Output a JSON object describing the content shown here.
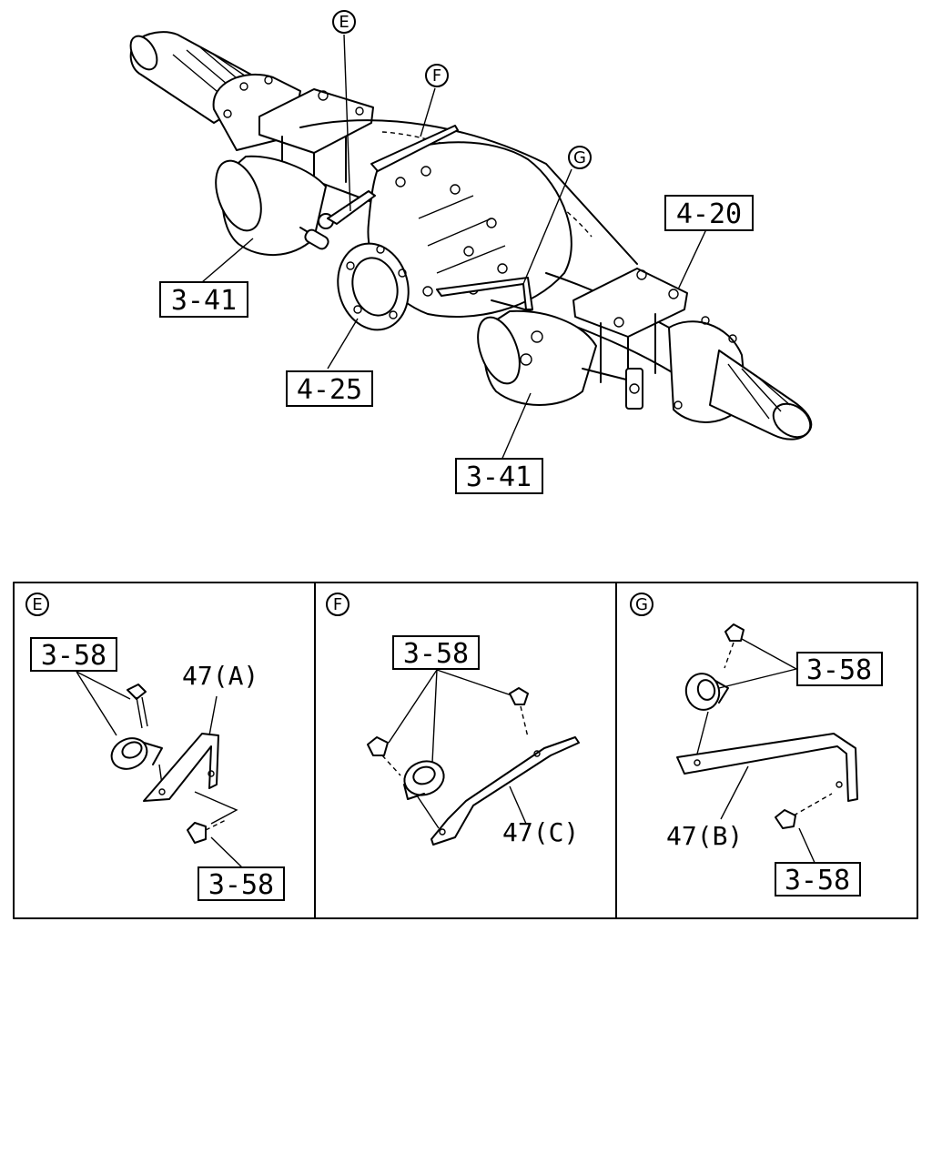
{
  "callouts": {
    "main_e": "E",
    "main_f": "F",
    "main_g": "G",
    "ref_4_20": "4-20",
    "ref_3_41_left": "3-41",
    "ref_3_41_bottom": "3-41",
    "ref_4_25": "4-25"
  },
  "panels": {
    "e": {
      "letter": "E",
      "ref_top": "3-58",
      "ref_bottom": "3-58",
      "part": "47(A)"
    },
    "f": {
      "letter": "F",
      "ref_top": "3-58",
      "part": "47(C)"
    },
    "g": {
      "letter": "G",
      "ref_top": "3-58",
      "ref_bottom": "3-58",
      "part": "47(B)"
    }
  }
}
